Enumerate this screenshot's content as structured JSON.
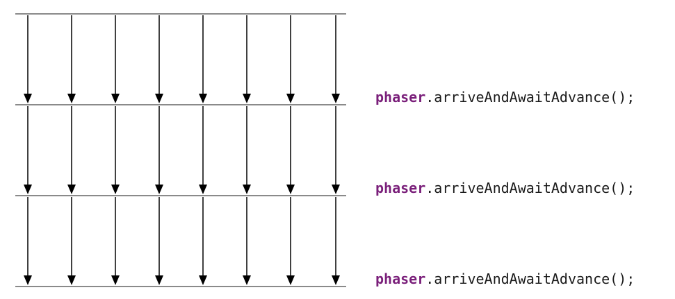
{
  "diagram": {
    "thread_count": 8,
    "phase_count": 3,
    "line_color": "#8a8a8a",
    "arrow_color": "#000000"
  },
  "code_lines": [
    {
      "variable": "phaser",
      "call": ".arriveAndAwaitAdvance();"
    },
    {
      "variable": "phaser",
      "call": ".arriveAndAwaitAdvance();"
    },
    {
      "variable": "phaser",
      "call": ".arriveAndAwaitAdvance();"
    }
  ],
  "colors": {
    "variable": "#7a1f7a",
    "text": "#1a1a1a"
  }
}
